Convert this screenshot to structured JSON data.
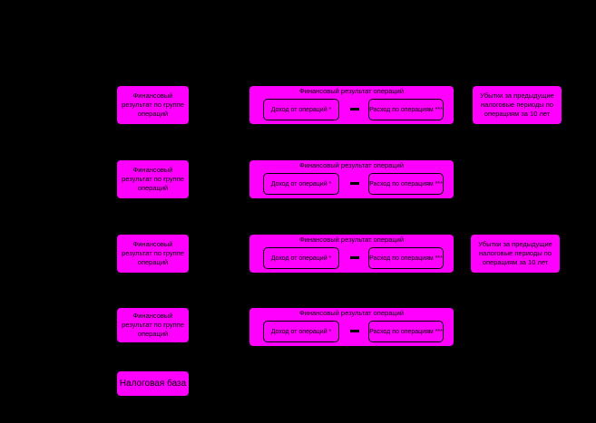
{
  "rows": [
    {
      "left": "Финансовый результат по группе операций",
      "title": "Финансовый результат операций",
      "income": "Доход от операций *",
      "expense": "Расход по операциям ***",
      "right": "Убытки за предыдущие налоговые периоды по операциям за 10 лет"
    },
    {
      "left": "Финансовый результат по группе операций",
      "title": "Финансовый результат операций",
      "income": "Доход от операций *",
      "expense": "Расход по операциям ***"
    },
    {
      "left": "Финансовый результат по группе операций",
      "title": "Финансовый результат операций",
      "income": "Доход от операций *",
      "expense": "Расход по операциям ***",
      "right": "Убытки за предыдущие налоговые периоды по операциям за 10 лет"
    },
    {
      "left": "Финансовый результат по группе операций",
      "title": "Финансовый результат операций",
      "income": "Доход от операций *",
      "expense": "Расход по операциям ***"
    }
  ],
  "tax_base": "Налоговая база",
  "colors": {
    "box_fill": "#ff00ff",
    "background": "#000000",
    "border": "#000000"
  }
}
